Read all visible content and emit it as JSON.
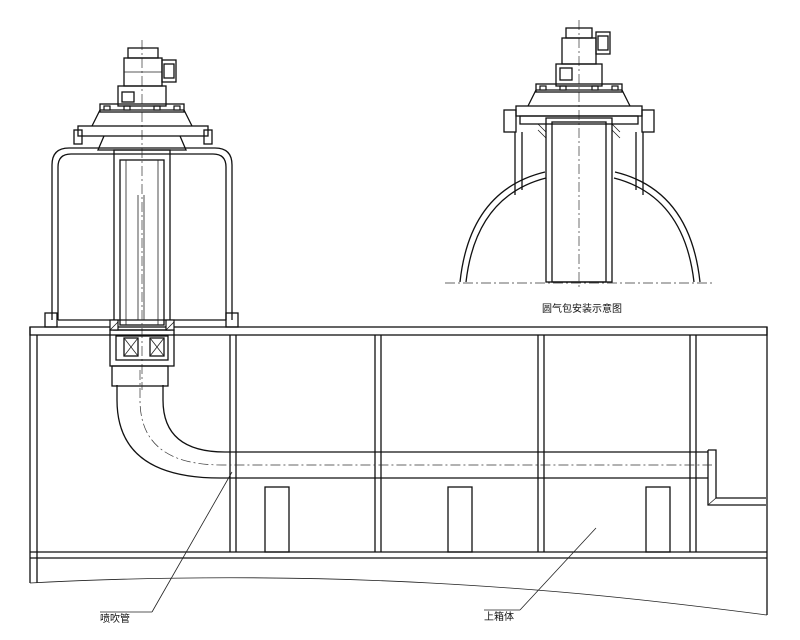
{
  "labels": {
    "round_airbag_caption": "圆气包安装示意图",
    "blow_pipe": "喷吹管",
    "upper_box": "上箱体"
  }
}
